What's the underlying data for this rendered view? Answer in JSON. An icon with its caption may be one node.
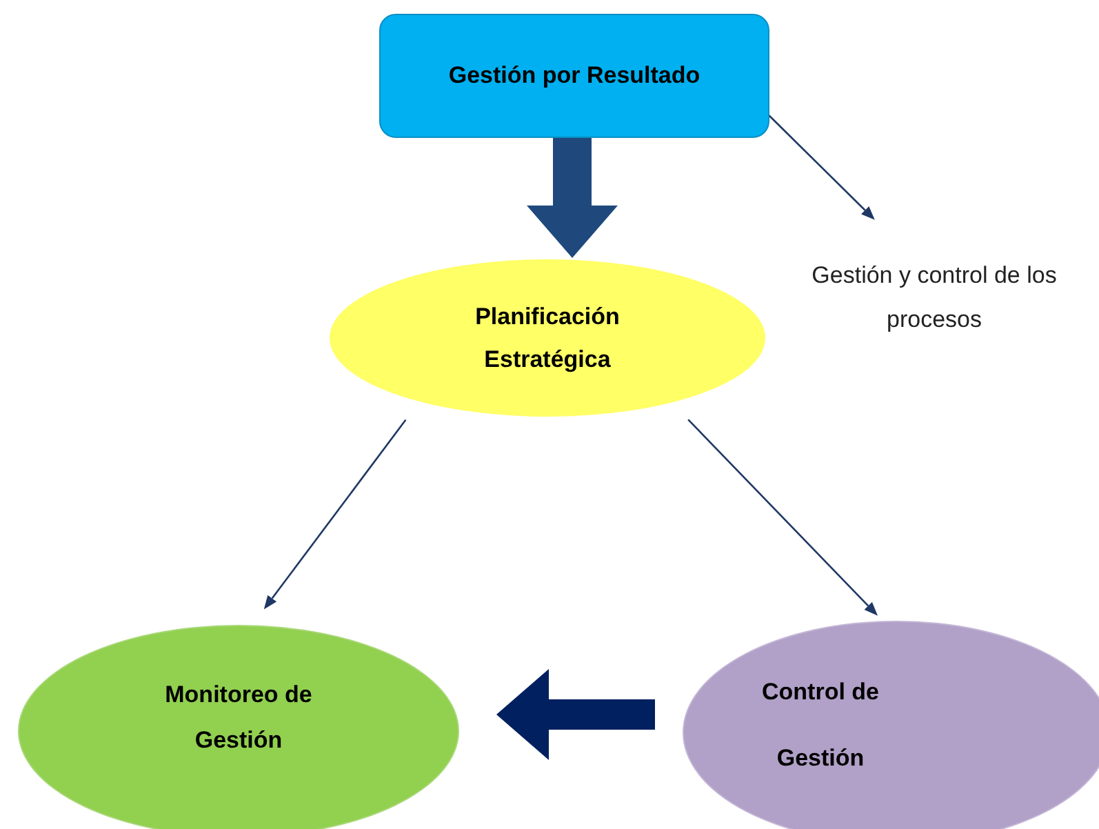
{
  "diagram": {
    "nodes": [
      {
        "text": [
          "Gestión por Resultado"
        ]
      },
      {
        "text": [
          "Gestión y control de los procesos"
        ]
      },
      {
        "text": [
          "Planificación Estratégica"
        ]
      },
      {
        "text": [
          "Monitoreo de Gestión"
        ]
      },
      {
        "text": [
          "Control de Gestión"
        ]
      }
    ],
    "edges": [
      {
        "from": 0,
        "to": 2,
        "arrow": "to",
        "style": "thick",
        "color": "#1f497d"
      },
      {
        "from": 0,
        "to": 1,
        "arrow": "to"
      },
      {
        "from": 2,
        "to": 3,
        "arrow": "to"
      },
      {
        "from": 2,
        "to": 4,
        "arrow": "to"
      },
      {
        "from": 4,
        "to": 3,
        "arrow": "to",
        "style": "thick",
        "color": "#002060"
      }
    ]
  }
}
